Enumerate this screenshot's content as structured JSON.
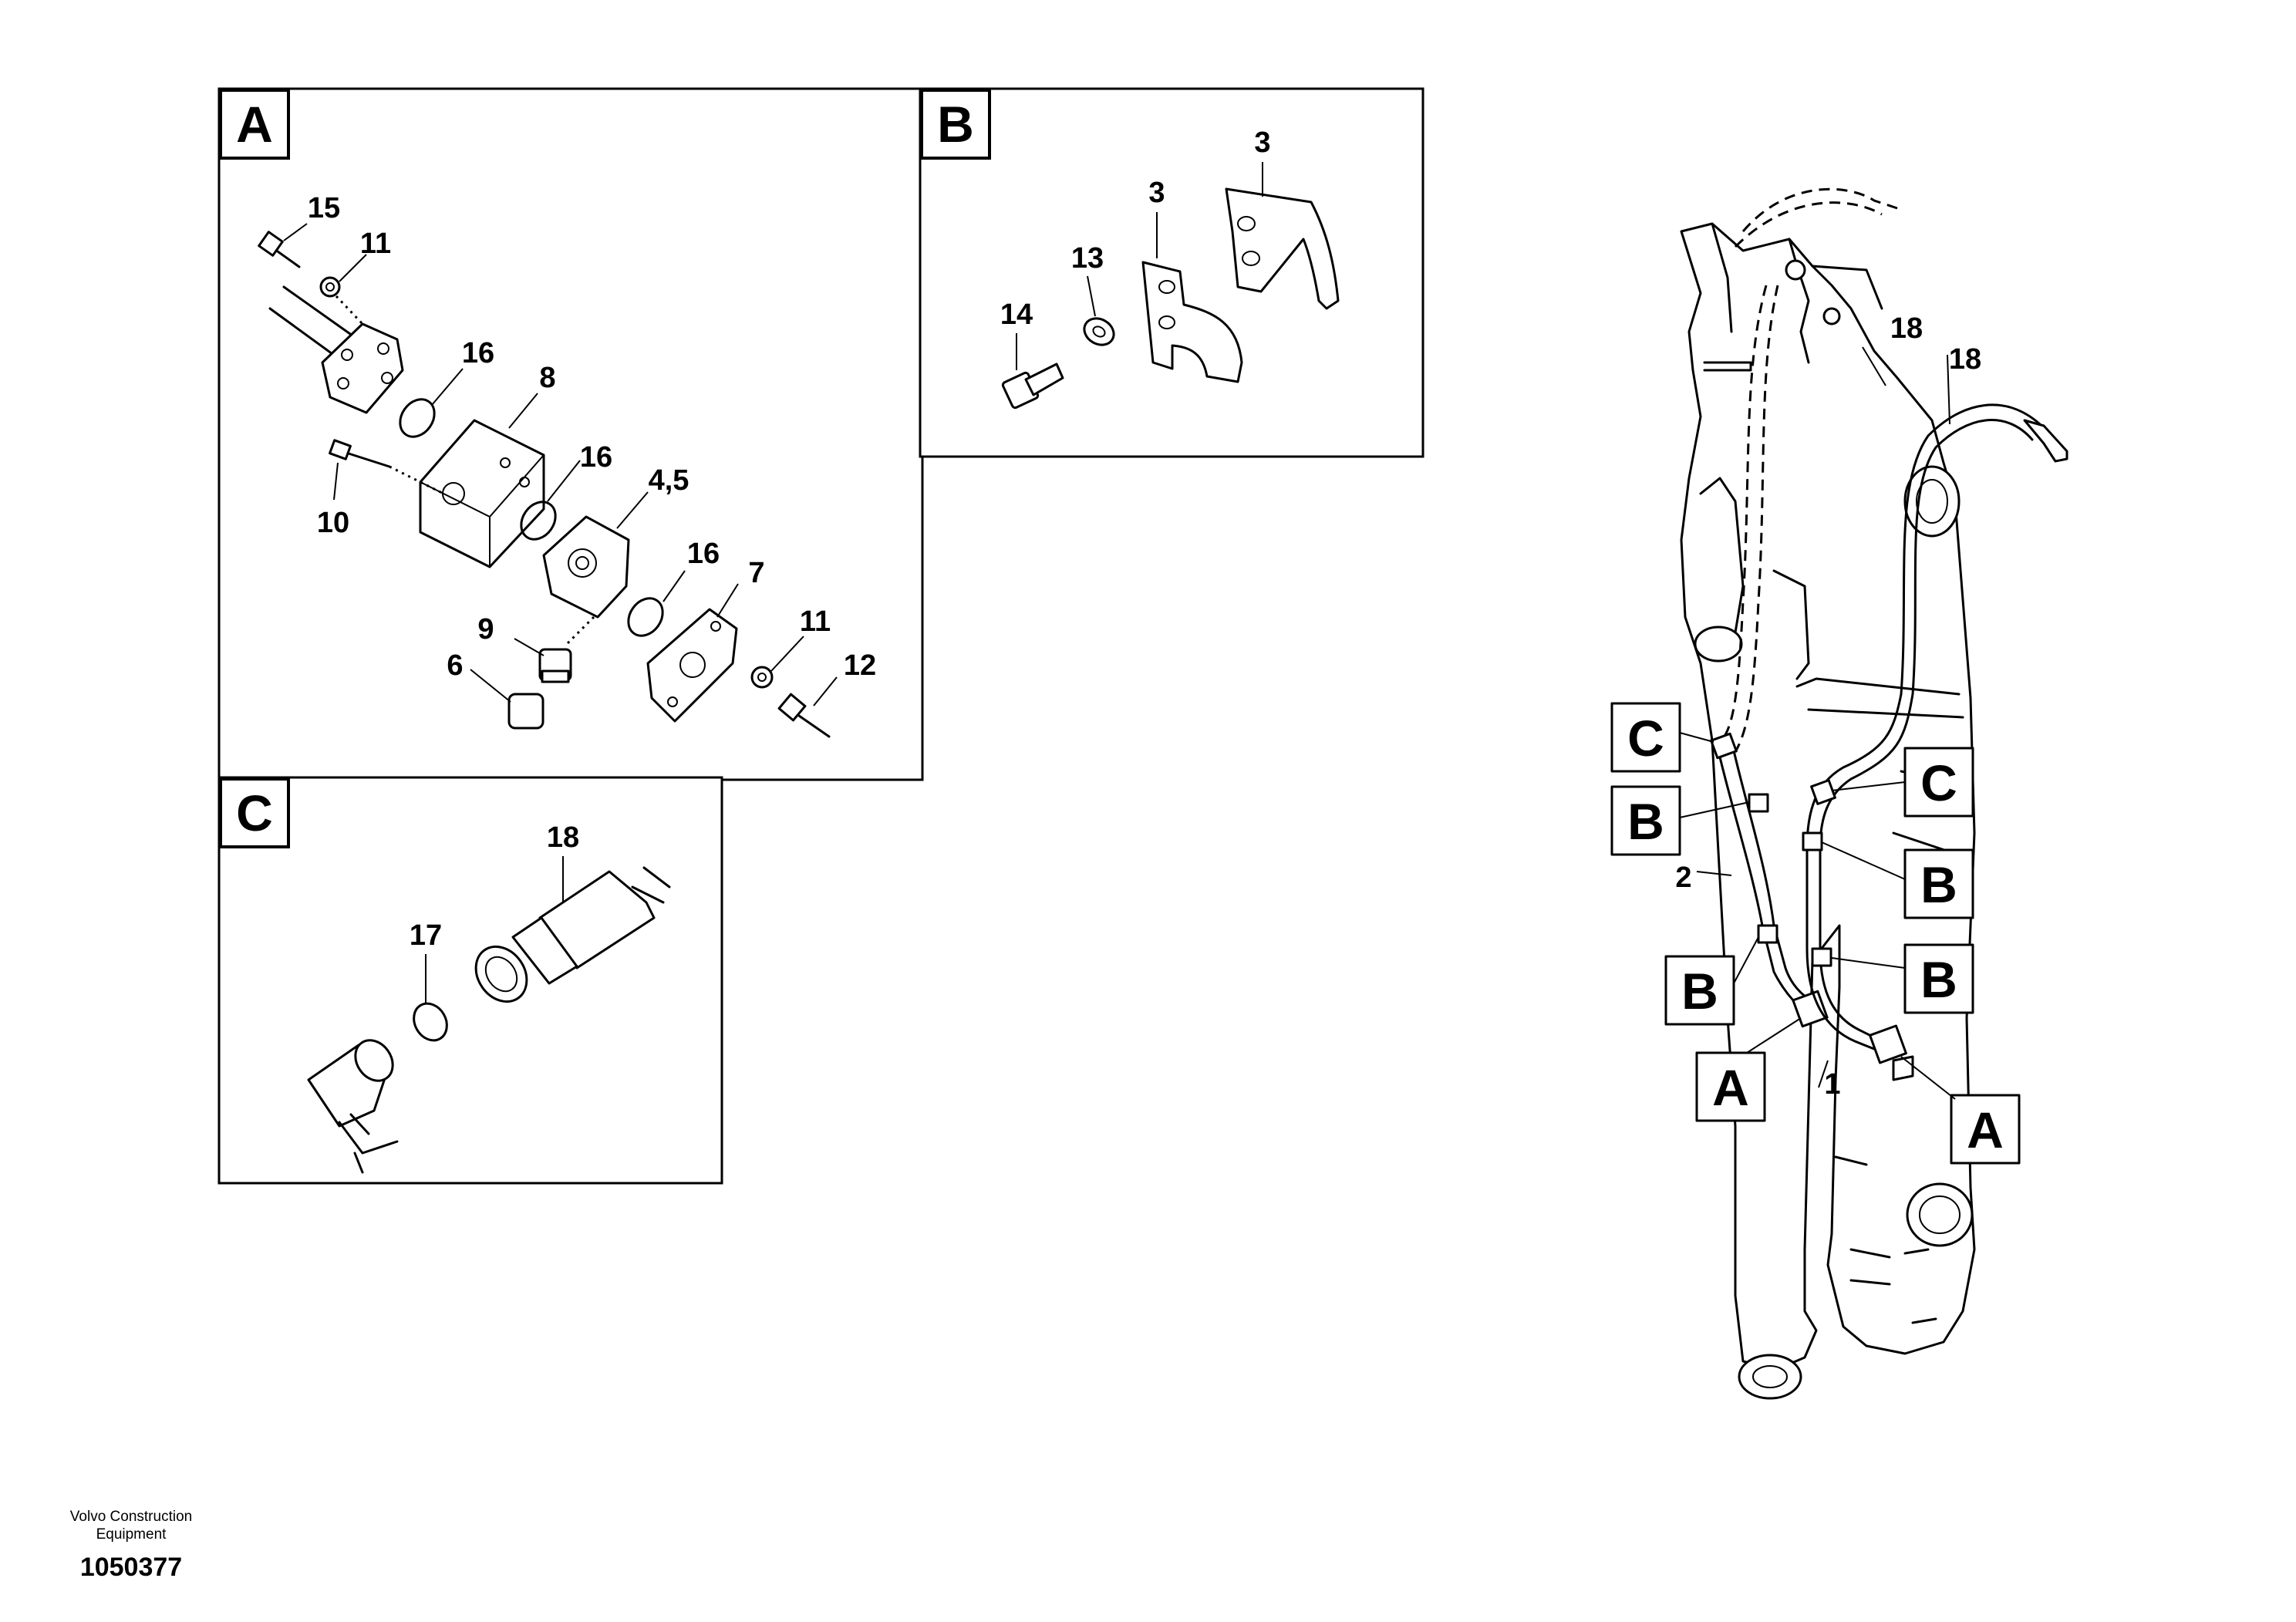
{
  "panels": {
    "A": {
      "label": "A"
    },
    "B": {
      "label": "B"
    },
    "C": {
      "label": "C"
    }
  },
  "callouts": {
    "a15": "15",
    "a11_top": "11",
    "a16_1": "16",
    "a8": "8",
    "a10": "10",
    "a16_2": "16",
    "a45": "4,5",
    "a16_3": "16",
    "a7": "7",
    "a9": "9",
    "a6": "6",
    "a11_bot": "11",
    "a12": "12",
    "b3_left": "3",
    "b3_right": "3",
    "b13": "13",
    "b14": "14",
    "c18": "18",
    "c17": "17",
    "m18_left": "18",
    "m18_right": "18",
    "m2": "2",
    "m1": "1"
  },
  "refs": {
    "c_left": "C",
    "c_right": "C",
    "b_left_1": "B",
    "b_left_2": "B",
    "b_right_1": "B",
    "b_right_2": "B",
    "a_left": "A",
    "a_right": "A"
  },
  "footer": {
    "brand_line1": "Volvo Construction",
    "brand_line2": "Equipment",
    "drawing_number": "1050377"
  }
}
